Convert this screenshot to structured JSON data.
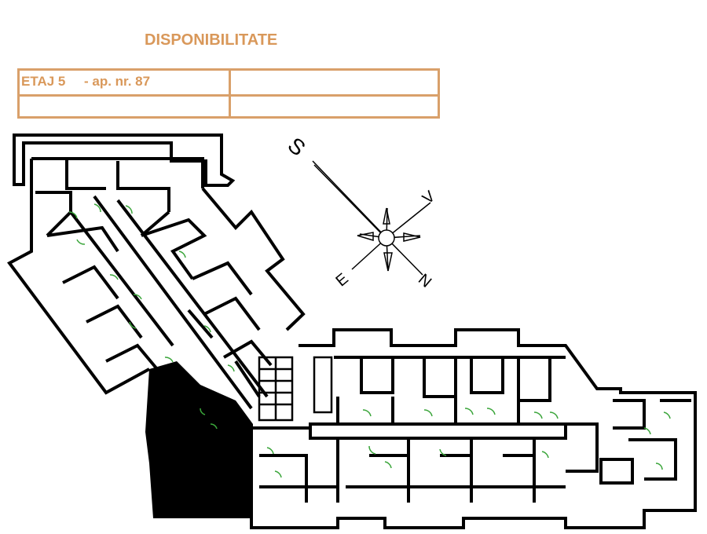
{
  "title": "DISPONIBILITATE",
  "table": {
    "rows": [
      [
        "ETAJ 5     - ap. nr. 87",
        ""
      ],
      [
        "",
        ""
      ]
    ]
  },
  "compass": {
    "north": "N",
    "south": "S",
    "east": "E",
    "west": "V"
  },
  "colors": {
    "accent": "#d9985a",
    "wall": "#000000",
    "door": "#3aa53a"
  }
}
